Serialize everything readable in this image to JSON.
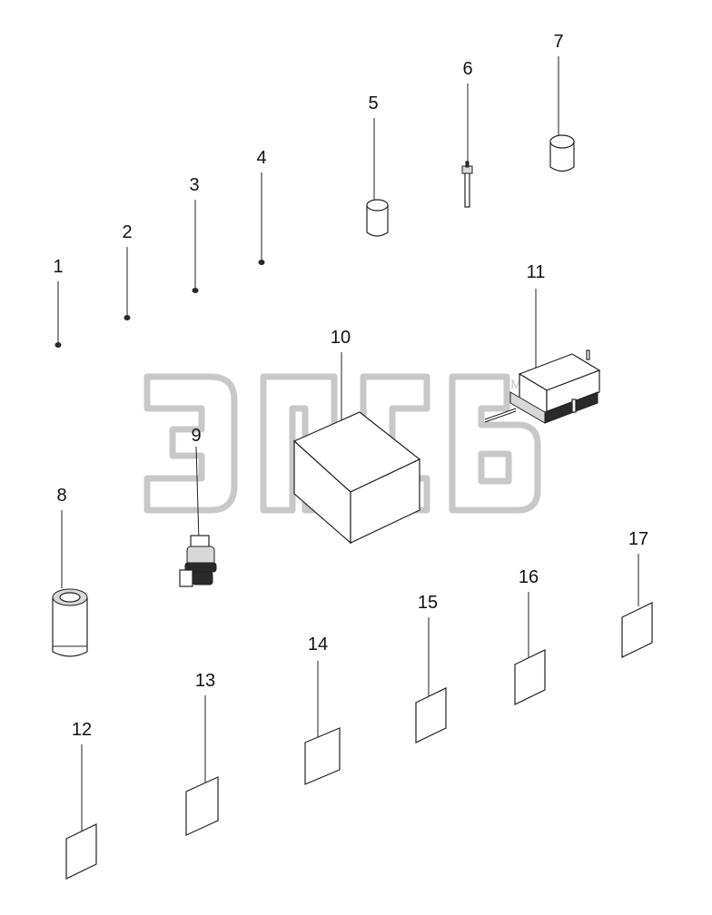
{
  "watermark": {
    "text": "ЭПСБ",
    "tm": "TM"
  },
  "callouts": [
    {
      "id": "1",
      "label": "1"
    },
    {
      "id": "2",
      "label": "2"
    },
    {
      "id": "3",
      "label": "3"
    },
    {
      "id": "4",
      "label": "4"
    },
    {
      "id": "5",
      "label": "5"
    },
    {
      "id": "6",
      "label": "6"
    },
    {
      "id": "7",
      "label": "7"
    },
    {
      "id": "8",
      "label": "8"
    },
    {
      "id": "9",
      "label": "9"
    },
    {
      "id": "10",
      "label": "10"
    },
    {
      "id": "11",
      "label": "11"
    },
    {
      "id": "12",
      "label": "12"
    },
    {
      "id": "13",
      "label": "13"
    },
    {
      "id": "14",
      "label": "14"
    },
    {
      "id": "15",
      "label": "15"
    },
    {
      "id": "16",
      "label": "16"
    },
    {
      "id": "17",
      "label": "17"
    }
  ]
}
